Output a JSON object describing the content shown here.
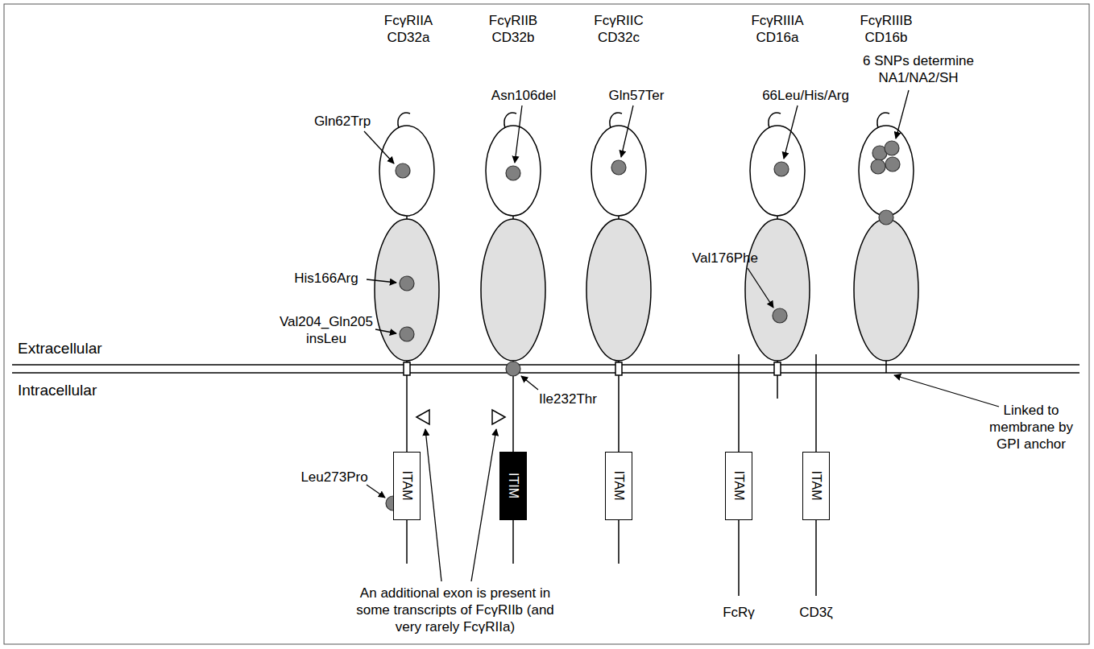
{
  "diagram": {
    "nodes": [
      {
        "text": [
          "ITAM"
        ]
      },
      {
        "text": [
          "ITIM"
        ]
      },
      {
        "text": [
          "ITAM"
        ]
      },
      {
        "text": [
          "ITAM"
        ]
      },
      {
        "text": [
          "ITAM"
        ]
      }
    ],
    "labels": [
      "FcγRIIA CD32a",
      "FcγRIIB CD32b",
      "FcγRIIC CD32c",
      "FcγRIIIA CD16a",
      "FcγRIIIB CD16b",
      "6 SNPs determine NA1/NA2/SH",
      "Gln62Trp",
      "Asn106del",
      "Gln57Ter",
      "66Leu/His/Arg",
      "His166Arg",
      "Val204_Gln205 insLeu",
      "Val176Phe",
      "Extracellular",
      "Intracellular",
      "Ile232Thr",
      "Linked to membrane by GPI anchor",
      "Leu273Pro",
      "An additional exon is present in some transcripts of FcγRIIb (and very rarely FcγRIIa)",
      "FcRγ",
      "CD3ζ"
    ]
  }
}
